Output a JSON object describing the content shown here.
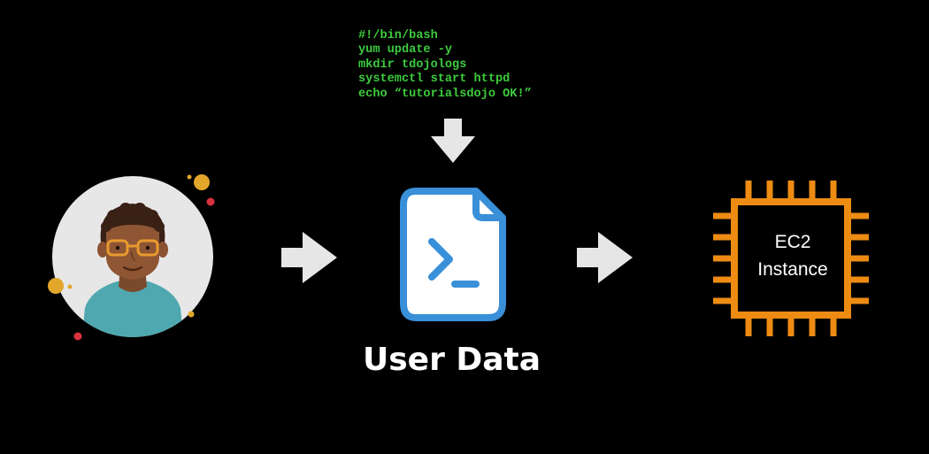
{
  "script": {
    "lines": [
      "#!/bin/bash",
      "yum update -y",
      "mkdir tdojologs",
      "systemctl start httpd",
      "echo “tutorialsdojo OK!”"
    ]
  },
  "user_data": {
    "label": "User Data"
  },
  "ec2": {
    "line1": "EC2",
    "line2": "Instance"
  },
  "icons": {
    "user": "user-avatar-icon",
    "file": "terminal-file-icon",
    "chip": "ec2-chip-icon",
    "arrow": "arrow-icon"
  },
  "colors": {
    "background": "#000000",
    "code_text": "#3dcb3d",
    "file_icon": "#3a8fd9",
    "ec2_orange": "#ed8b13",
    "arrow": "#e6e6e6",
    "label": "#ffffff"
  }
}
